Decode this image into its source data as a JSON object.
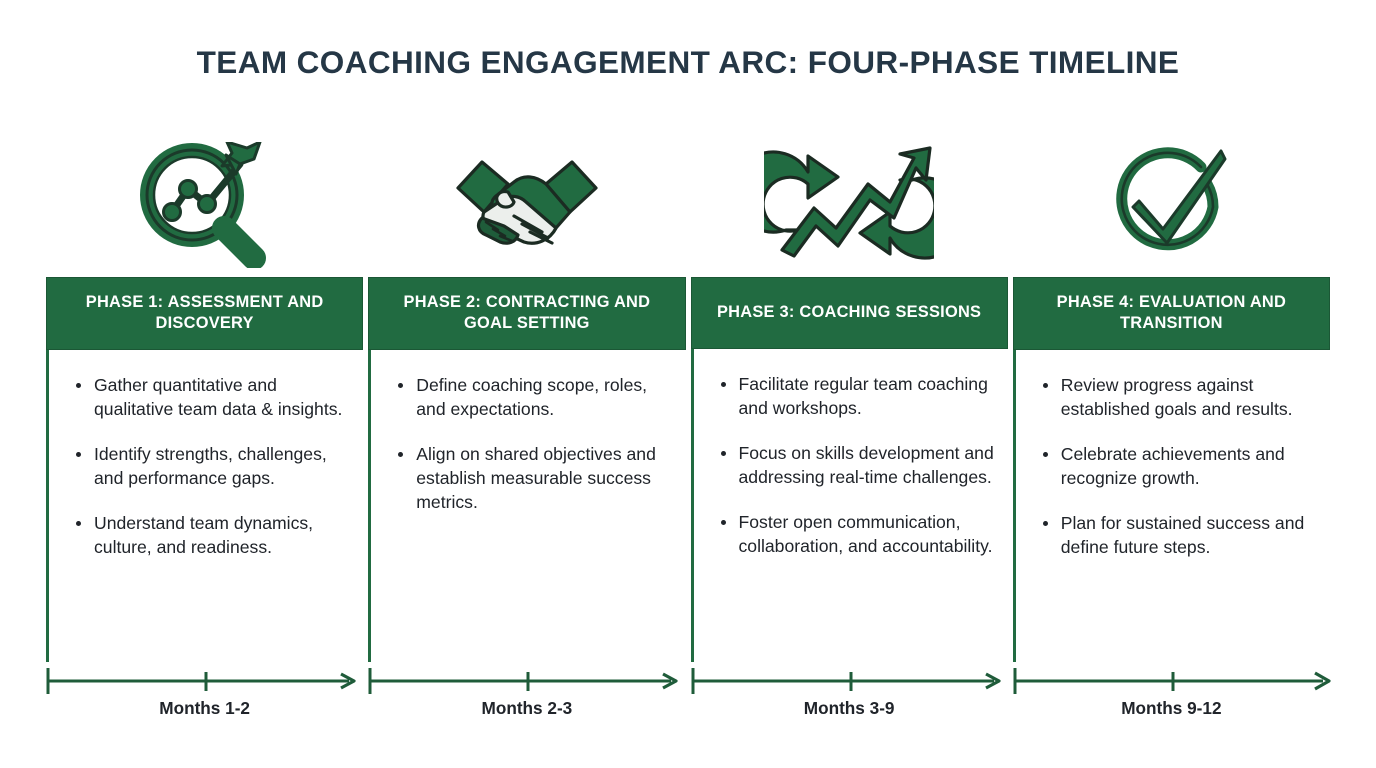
{
  "header": {
    "title": "TEAM COACHING ENGAGEMENT ARC: FOUR-PHASE TIMELINE",
    "title_color": "#253746"
  },
  "theme": {
    "accent_green": "#216B41",
    "accent_green_dark": "#1b5735",
    "background": "#ffffff",
    "body_text": "#20242a",
    "header_text": "#ffffff"
  },
  "phases": [
    {
      "icon": "magnifier-chart-arrow-icon",
      "header": "PHASE 1: ASSESSMENT AND DISCOVERY",
      "bullets": [
        "Gather quantitative and qualitative team data & insights.",
        "Identify strengths, challenges, and performance gaps.",
        "Understand team dynamics, culture, and readiness."
      ],
      "timeline_label": "Months 1-2"
    },
    {
      "icon": "handshake-icon",
      "header": "PHASE 2: CONTRACTING AND GOAL SETTING",
      "bullets": [
        "Define coaching scope, roles, and expectations.",
        "Align on shared objectives and establish measurable success metrics."
      ],
      "timeline_label": "Months 2-3"
    },
    {
      "icon": "cyclical-growth-arrows-icon",
      "header": "PHASE 3: COACHING SESSIONS",
      "bullets": [
        "Facilitate regular team coaching and workshops.",
        "Focus on skills development and addressing real-time challenges.",
        "Foster open communication, collaboration, and accountability."
      ],
      "timeline_label": "Months 3-9"
    },
    {
      "icon": "check-circle-icon",
      "header": "PHASE 4: EVALUATION AND TRANSITION",
      "bullets": [
        "Review progress against established goals and results.",
        "Celebrate achievements and recognize growth.",
        "Plan for sustained success and define future steps."
      ],
      "timeline_label": "Months 9-12"
    }
  ]
}
